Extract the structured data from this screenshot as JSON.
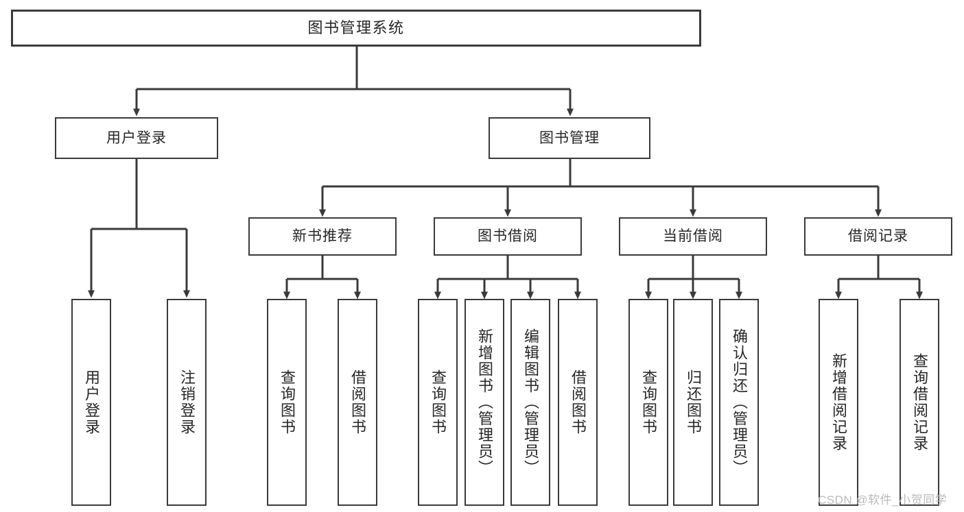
{
  "diagram": {
    "title": "图书管理系统",
    "type": "hierarchy-tree",
    "root": {
      "label": "图书管理系统"
    },
    "level1": [
      {
        "label": "用户登录"
      },
      {
        "label": "图书管理"
      }
    ],
    "level2": [
      {
        "label": "新书推荐"
      },
      {
        "label": "图书借阅"
      },
      {
        "label": "当前借阅"
      },
      {
        "label": "借阅记录"
      }
    ],
    "leaves": {
      "user_login": [
        {
          "label": "用户登录"
        },
        {
          "label": "注销登录"
        }
      ],
      "new_book_recommend": [
        {
          "label": "查询图书"
        },
        {
          "label": "借阅图书"
        }
      ],
      "book_borrow": [
        {
          "label": "查询图书"
        },
        {
          "label": "新增图书（管理员）"
        },
        {
          "label": "编辑图书（管理员）"
        },
        {
          "label": "借阅图书"
        }
      ],
      "current_borrow": [
        {
          "label": "查询图书"
        },
        {
          "label": "归还图书"
        },
        {
          "label": "确认归还（管理员）"
        }
      ],
      "borrow_record": [
        {
          "label": "新增借阅记录"
        },
        {
          "label": "查询借阅记录"
        }
      ]
    }
  },
  "watermark": {
    "text": "CSDN @软件_小贺同学"
  },
  "colors": {
    "background": "#ffffff",
    "box_border": "#3a3a3a",
    "line": "#3a3a3a",
    "text": "#262626",
    "watermark": "#b9b9b9"
  }
}
